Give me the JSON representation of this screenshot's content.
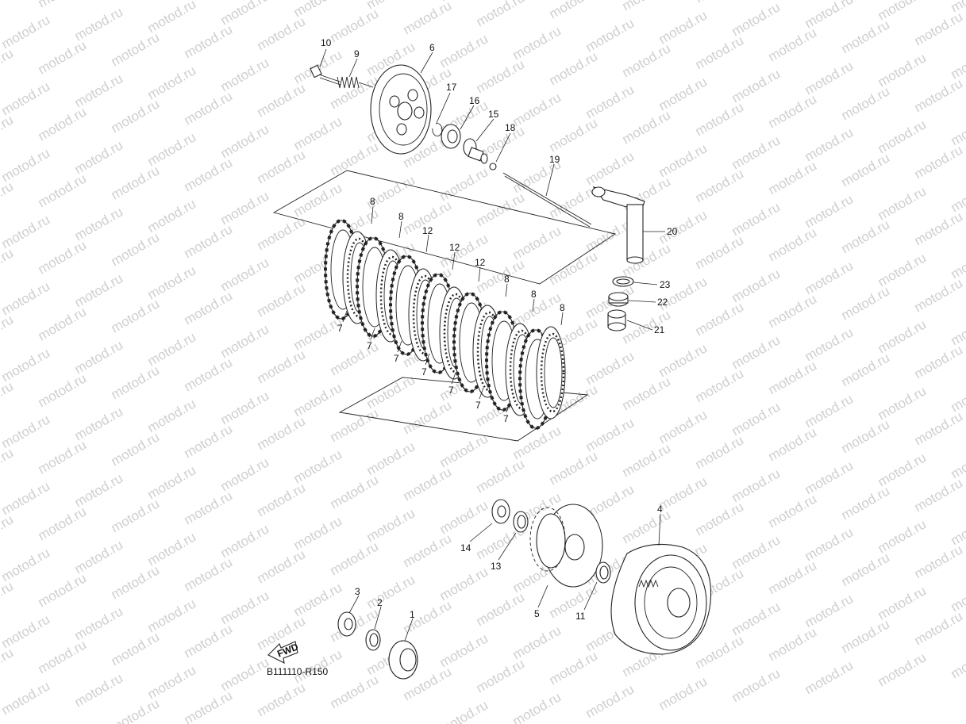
{
  "watermark": "motod.ru",
  "diagram_code": "B111110-R150",
  "fwd_label": "FWD",
  "callouts": {
    "c10": "10",
    "c9": "9",
    "c6": "6",
    "c17": "17",
    "c16": "16",
    "c15": "15",
    "c18": "18",
    "c19": "19",
    "c20": "20",
    "c23": "23",
    "c22": "22",
    "c21": "21",
    "c8a": "8",
    "c8b": "8",
    "c8c": "8",
    "c8d": "8",
    "c8e": "8",
    "c12a": "12",
    "c12b": "12",
    "c12c": "12",
    "c7a": "7",
    "c7b": "7",
    "c7c": "7",
    "c7d": "7",
    "c7e": "7",
    "c7f": "7",
    "c7g": "7",
    "c4": "4",
    "c5": "5",
    "c11": "11",
    "c13": "13",
    "c14": "14",
    "c3": "3",
    "c2": "2",
    "c1": "1"
  }
}
